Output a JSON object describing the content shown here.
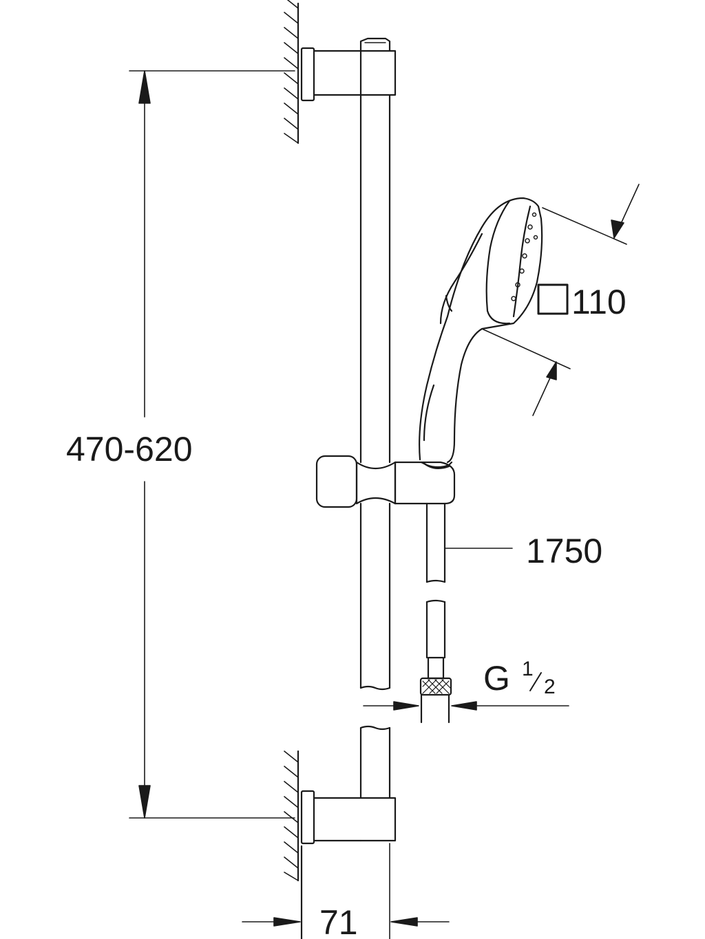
{
  "diagram": {
    "dimensions": {
      "rail_height": "470-620",
      "head_size": "110",
      "hose_length": "1750",
      "thread_G": "G",
      "thread_num": "1",
      "thread_den": "2",
      "wall_distance": "71"
    },
    "colors": {
      "line": "#1a1a1a",
      "background": "#ffffff"
    }
  }
}
